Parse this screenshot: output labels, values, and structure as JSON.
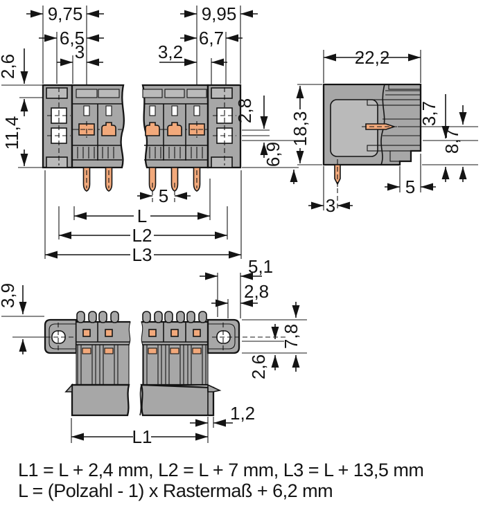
{
  "drawing_type": "connector dimensional drawing",
  "dims": {
    "front": {
      "w_975": "9,75",
      "w_65": "6,5",
      "w_3": "3",
      "h_26": "2,6",
      "h_114": "11,4",
      "w_995": "9,95",
      "w_67": "6,7",
      "w_32": "3,2",
      "h_28": "2,8",
      "h_69": "6,9",
      "pitch": "5",
      "L": "L",
      "L2": "L2",
      "L3": "L3"
    },
    "side": {
      "w_222": "22,2",
      "h_183": "18,3",
      "h_37": "3,7",
      "h_87": "8,7",
      "w_5": "5",
      "w_3": "3"
    },
    "bottom": {
      "h_39": "3,9",
      "w_51": "5,1",
      "w_28": "2,8",
      "h_78": "7,8",
      "h_26": "2,6",
      "w_12": "1,2",
      "L1": "L1"
    }
  },
  "formulas": {
    "line1": "L1 = L + 2,4 mm, L2 = L + 7 mm, L3 = L + 13,5 mm",
    "line2": "L = (Polzahl - 1) x Rastermaß + 6,2 mm"
  },
  "colors": {
    "body": "#a7a7a7",
    "light": "#bababa",
    "contact": "#f2a97b",
    "line": "#141414",
    "background": "#ffffff"
  }
}
